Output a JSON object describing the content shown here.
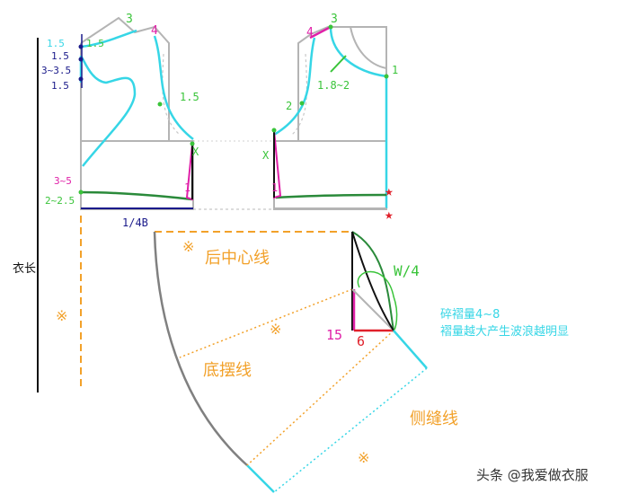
{
  "colors": {
    "pattern_gray": "#b4b4b4",
    "light_gray": "#d0d0d0",
    "dash_gray": "#c8c8c8",
    "cyan": "#36d6e6",
    "magenta": "#e020a8",
    "green": "#2a8a3a",
    "bright_green": "#3ac43a",
    "navy": "#1a1a8a",
    "orange": "#f2a12a",
    "red_star": "#e0202a",
    "black": "#111111",
    "dark_gray": "#808080"
  },
  "labels": {
    "top_3_left": "3",
    "top_4_left": "4",
    "top_3_right": "3",
    "top_4_right": "4",
    "l_1_5_top": "1.5",
    "l_1_5_cyan": "1.5",
    "l_1_5_a": "1.5",
    "l_3_3_5": "3~3.5",
    "l_1_5_b": "1.5",
    "armhole_1_5": "1.5",
    "r_1": "1",
    "r_1_8_2": "1.8~2",
    "r_2": "2",
    "l_x_left": "X",
    "l_x_right": "X",
    "l_1_left": "1",
    "l_1_right": "1",
    "l_3_5": "3~5",
    "l_2_2_5": "2~2.5",
    "quarter_b": "1/4B",
    "garment_length": "衣长",
    "back_center_line": "后中心线",
    "hem_line": "底摆线",
    "side_seam_line": "侧缝线",
    "w4": "W/4",
    "gather_title": "碎褶量4~8",
    "gather_note": "褶量越大产生波浪越明显",
    "n15": "15",
    "n6": "6",
    "mark_1": "※",
    "mark_2": "※",
    "mark_3": "※",
    "mark_4": "※",
    "watermark": "头条 @我爱做衣服"
  }
}
